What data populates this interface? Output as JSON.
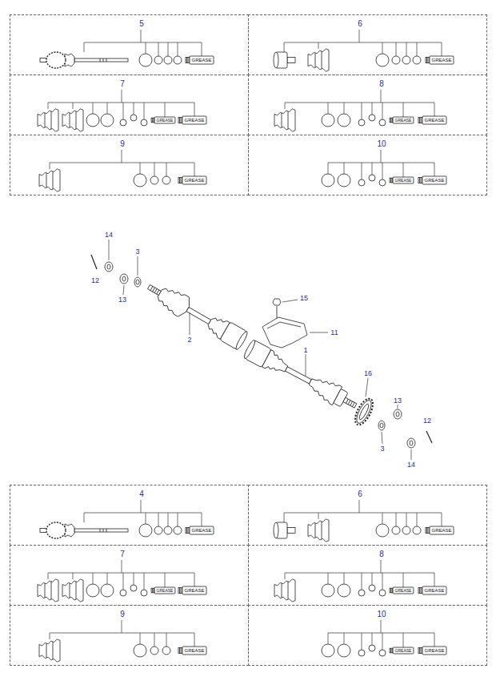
{
  "diagram": {
    "nodes": [
      {
        "text": [
          "5"
        ]
      },
      {
        "text": [
          "6"
        ]
      },
      {
        "text": [
          "7"
        ]
      },
      {
        "text": [
          "8"
        ]
      },
      {
        "text": [
          "9"
        ]
      },
      {
        "text": [
          "10"
        ]
      },
      {
        "text": [
          "4"
        ]
      },
      {
        "text": [
          "6"
        ]
      },
      {
        "text": [
          "7"
        ]
      },
      {
        "text": [
          "8"
        ]
      },
      {
        "text": [
          "9"
        ]
      },
      {
        "text": [
          "10"
        ]
      }
    ],
    "labels": [
      "GREASE",
      "GREASE",
      "GREASE",
      "GREASE",
      "GREASE",
      "GREASE",
      "GREASE",
      "GREASE",
      "GREASE",
      "14",
      "3",
      "12",
      "13",
      "15",
      "11",
      "2",
      "1",
      "16",
      "13",
      "12",
      "3",
      "14",
      "GREASE",
      "GREASE",
      "GREASE",
      "GREASE",
      "GREASE",
      "GREASE",
      "GREASE",
      "GREASE",
      "GREASE"
    ]
  }
}
